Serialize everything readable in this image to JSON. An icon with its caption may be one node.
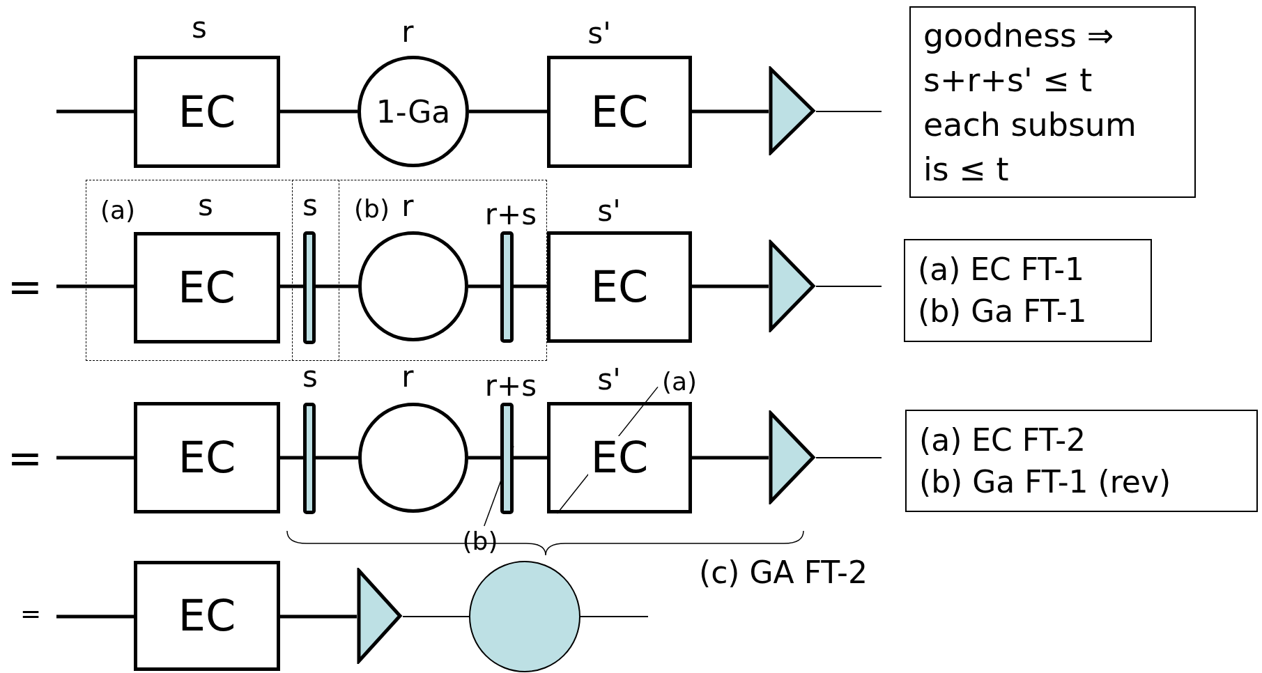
{
  "diagram": {
    "nodes": [
      {
        "text": [
          "EC"
        ],
        "beside": [
          "s"
        ]
      },
      {
        "text": [
          "1-Ga"
        ],
        "beside": [
          "r"
        ]
      },
      {
        "text": [
          "EC"
        ],
        "beside": [
          "s'"
        ]
      },
      {
        "text": [],
        "shape": "triangle"
      },
      {
        "text": [
          "goodness ⇒ s+r+s' ≤ t each subsum is ≤ t"
        ]
      },
      {
        "text": [
          "(a)"
        ]
      },
      {
        "text": [
          "EC"
        ],
        "in": 5,
        "beside": [
          "s"
        ]
      },
      {
        "text": [],
        "shape": "bar",
        "beside": [
          "s"
        ]
      },
      {
        "text": [
          "(b)"
        ]
      },
      {
        "text": [],
        "shape": "circle",
        "in": 8,
        "beside": [
          "r"
        ]
      },
      {
        "text": [],
        "shape": "bar",
        "in": 8,
        "beside": [
          "r+s"
        ]
      },
      {
        "text": [
          "EC"
        ],
        "beside": [
          "s'"
        ]
      },
      {
        "text": [],
        "shape": "triangle"
      },
      {
        "text": [
          "(a) EC FT-1",
          "(b) Ga FT-1"
        ]
      },
      {
        "text": [
          "EC"
        ]
      },
      {
        "text": [],
        "shape": "bar",
        "beside": [
          "s"
        ]
      },
      {
        "text": [],
        "shape": "circle",
        "beside": [
          "r"
        ]
      },
      {
        "text": [],
        "shape": "bar",
        "beside": [
          "r+s"
        ]
      },
      {
        "text": [
          "EC"
        ],
        "beside": [
          "s'"
        ]
      },
      {
        "text": [],
        "shape": "triangle"
      },
      {
        "text": [
          "(a)"
        ]
      },
      {
        "text": [
          "(b)"
        ]
      },
      {
        "text": [
          "(a) EC FT-2",
          "(b) Ga FT-1 (rev)"
        ]
      },
      {
        "text": [
          "EC"
        ]
      },
      {
        "text": [],
        "shape": "triangle"
      },
      {
        "text": [],
        "shape": "circle"
      }
    ],
    "edges": [
      {
        "from": null,
        "to": 0,
        "arrow": "none"
      },
      {
        "from": 0,
        "to": 1,
        "arrow": "none"
      },
      {
        "from": 1,
        "to": 2,
        "arrow": "none"
      },
      {
        "from": 2,
        "to": 3,
        "arrow": "none"
      },
      {
        "from": 3,
        "to": null,
        "arrow": "none"
      },
      {
        "from": null,
        "to": 6,
        "arrow": "none"
      },
      {
        "from": 6,
        "to": 7,
        "arrow": "none"
      },
      {
        "from": 7,
        "to": 9,
        "arrow": "none"
      },
      {
        "from": 9,
        "to": 10,
        "arrow": "none"
      },
      {
        "from": 10,
        "to": 11,
        "arrow": "none"
      },
      {
        "from": 11,
        "to": 12,
        "arrow": "none"
      },
      {
        "from": 12,
        "to": null,
        "arrow": "none"
      },
      {
        "from": null,
        "to": 14,
        "arrow": "none"
      },
      {
        "from": 14,
        "to": 15,
        "arrow": "none"
      },
      {
        "from": 15,
        "to": 16,
        "arrow": "none"
      },
      {
        "from": 16,
        "to": 17,
        "arrow": "none"
      },
      {
        "from": 17,
        "to": 18,
        "arrow": "none"
      },
      {
        "from": 18,
        "to": 19,
        "arrow": "none"
      },
      {
        "from": 19,
        "to": null,
        "arrow": "none"
      },
      {
        "from": 20,
        "to": 18,
        "arrow": "none"
      },
      {
        "from": 21,
        "to": 17,
        "arrow": "none"
      },
      {
        "from": null,
        "to": 23,
        "arrow": "none"
      },
      {
        "from": 23,
        "to": 24,
        "arrow": "none"
      },
      {
        "from": 24,
        "to": 25,
        "arrow": "none"
      },
      {
        "from": 25,
        "to": null,
        "arrow": "none"
      }
    ],
    "labels": [
      "=",
      "=",
      "(c) GA FT-2",
      "="
    ]
  }
}
